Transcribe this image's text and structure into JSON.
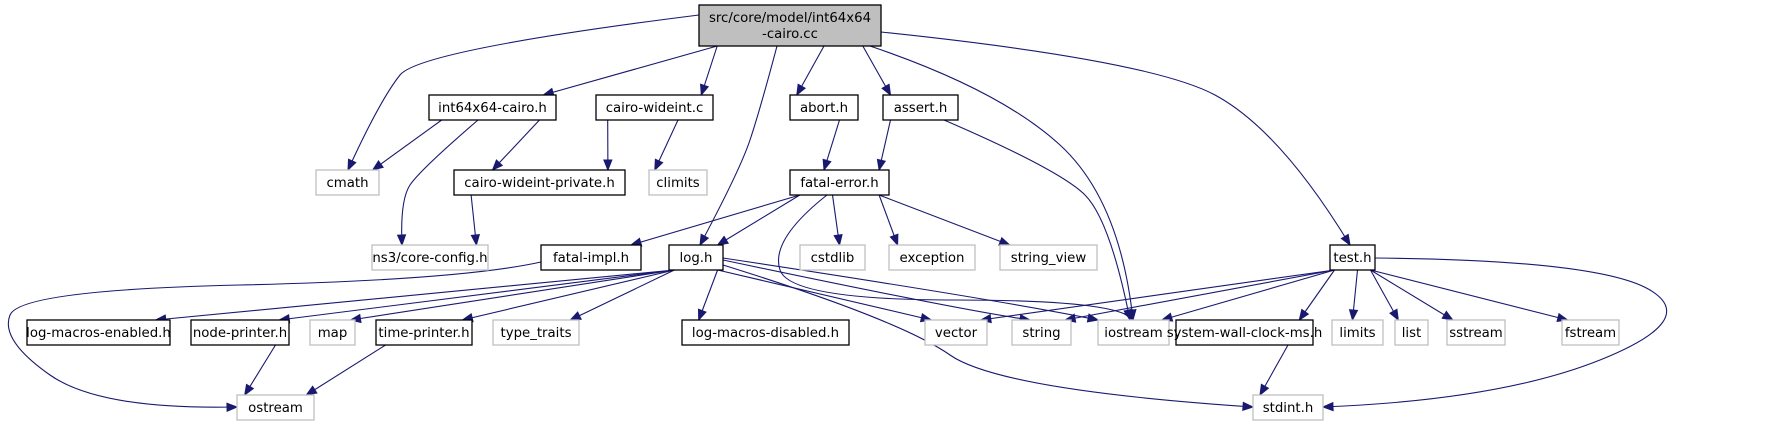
{
  "diagram": {
    "title": "Include dependency graph for int64x64-cairo.cc",
    "edge_color": "#191970",
    "root_fill": "#bfbfbf",
    "nodes": [
      {
        "id": "root",
        "label": [
          "src/core/model/int64x64",
          "-cairo.cc"
        ],
        "kind": "root"
      },
      {
        "id": "int64x64-cairo.h",
        "label": [
          "int64x64-cairo.h"
        ],
        "kind": "doc"
      },
      {
        "id": "cairo-wideint.c",
        "label": [
          "cairo-wideint.c"
        ],
        "kind": "doc"
      },
      {
        "id": "abort.h",
        "label": [
          "abort.h"
        ],
        "kind": "doc"
      },
      {
        "id": "assert.h",
        "label": [
          "assert.h"
        ],
        "kind": "doc"
      },
      {
        "id": "cmath",
        "label": [
          "cmath"
        ],
        "kind": "ext"
      },
      {
        "id": "cairo-wideint-private.h",
        "label": [
          "cairo-wideint-private.h"
        ],
        "kind": "doc"
      },
      {
        "id": "climits",
        "label": [
          "climits"
        ],
        "kind": "ext"
      },
      {
        "id": "fatal-error.h",
        "label": [
          "fatal-error.h"
        ],
        "kind": "doc"
      },
      {
        "id": "ns3/core-config.h",
        "label": [
          "ns3/core-config.h"
        ],
        "kind": "ext"
      },
      {
        "id": "fatal-impl.h",
        "label": [
          "fatal-impl.h"
        ],
        "kind": "doc"
      },
      {
        "id": "log.h",
        "label": [
          "log.h"
        ],
        "kind": "doc"
      },
      {
        "id": "cstdlib",
        "label": [
          "cstdlib"
        ],
        "kind": "ext"
      },
      {
        "id": "exception",
        "label": [
          "exception"
        ],
        "kind": "ext"
      },
      {
        "id": "string_view",
        "label": [
          "string_view"
        ],
        "kind": "ext"
      },
      {
        "id": "test.h",
        "label": [
          "test.h"
        ],
        "kind": "doc"
      },
      {
        "id": "log-macros-enabled.h",
        "label": [
          "log-macros-enabled.h"
        ],
        "kind": "doc"
      },
      {
        "id": "node-printer.h",
        "label": [
          "node-printer.h"
        ],
        "kind": "doc"
      },
      {
        "id": "map",
        "label": [
          "map"
        ],
        "kind": "ext"
      },
      {
        "id": "time-printer.h",
        "label": [
          "time-printer.h"
        ],
        "kind": "doc"
      },
      {
        "id": "type_traits",
        "label": [
          "type_traits"
        ],
        "kind": "ext"
      },
      {
        "id": "log-macros-disabled.h",
        "label": [
          "log-macros-disabled.h"
        ],
        "kind": "doc"
      },
      {
        "id": "vector",
        "label": [
          "vector"
        ],
        "kind": "ext"
      },
      {
        "id": "string",
        "label": [
          "string"
        ],
        "kind": "ext"
      },
      {
        "id": "iostream",
        "label": [
          "iostream"
        ],
        "kind": "ext"
      },
      {
        "id": "system-wall-clock-ms.h",
        "label": [
          "system-wall-clock-ms.h"
        ],
        "kind": "doc"
      },
      {
        "id": "limits",
        "label": [
          "limits"
        ],
        "kind": "ext"
      },
      {
        "id": "list",
        "label": [
          "list"
        ],
        "kind": "ext"
      },
      {
        "id": "sstream",
        "label": [
          "sstream"
        ],
        "kind": "ext"
      },
      {
        "id": "fstream",
        "label": [
          "fstream"
        ],
        "kind": "ext"
      },
      {
        "id": "ostream",
        "label": [
          "ostream"
        ],
        "kind": "ext"
      },
      {
        "id": "stdint.h",
        "label": [
          "stdint.h"
        ],
        "kind": "ext"
      }
    ],
    "edges": [
      [
        "root",
        "int64x64-cairo.h"
      ],
      [
        "root",
        "cairo-wideint.c"
      ],
      [
        "root",
        "abort.h"
      ],
      [
        "root",
        "assert.h"
      ],
      [
        "root",
        "cmath"
      ],
      [
        "root",
        "log.h"
      ],
      [
        "root",
        "iostream"
      ],
      [
        "root",
        "test.h"
      ],
      [
        "int64x64-cairo.h",
        "cmath"
      ],
      [
        "int64x64-cairo.h",
        "cairo-wideint-private.h"
      ],
      [
        "int64x64-cairo.h",
        "ns3/core-config.h"
      ],
      [
        "cairo-wideint.c",
        "cairo-wideint-private.h"
      ],
      [
        "cairo-wideint.c",
        "climits"
      ],
      [
        "cairo-wideint-private.h",
        "ns3/core-config.h"
      ],
      [
        "abort.h",
        "fatal-error.h"
      ],
      [
        "assert.h",
        "fatal-error.h"
      ],
      [
        "assert.h",
        "iostream"
      ],
      [
        "fatal-error.h",
        "fatal-impl.h"
      ],
      [
        "fatal-error.h",
        "log.h"
      ],
      [
        "fatal-error.h",
        "cstdlib"
      ],
      [
        "fatal-error.h",
        "exception"
      ],
      [
        "fatal-error.h",
        "string_view"
      ],
      [
        "fatal-error.h",
        "iostream"
      ],
      [
        "fatal-impl.h",
        "ostream"
      ],
      [
        "log.h",
        "log-macros-enabled.h"
      ],
      [
        "log.h",
        "node-printer.h"
      ],
      [
        "log.h",
        "map"
      ],
      [
        "log.h",
        "time-printer.h"
      ],
      [
        "log.h",
        "type_traits"
      ],
      [
        "log.h",
        "log-macros-disabled.h"
      ],
      [
        "log.h",
        "vector"
      ],
      [
        "log.h",
        "string"
      ],
      [
        "log.h",
        "iostream"
      ],
      [
        "log.h",
        "stdint.h"
      ],
      [
        "node-printer.h",
        "ostream"
      ],
      [
        "time-printer.h",
        "ostream"
      ],
      [
        "test.h",
        "vector"
      ],
      [
        "test.h",
        "string"
      ],
      [
        "test.h",
        "iostream"
      ],
      [
        "test.h",
        "system-wall-clock-ms.h"
      ],
      [
        "test.h",
        "limits"
      ],
      [
        "test.h",
        "list"
      ],
      [
        "test.h",
        "sstream"
      ],
      [
        "test.h",
        "fstream"
      ],
      [
        "test.h",
        "stdint.h"
      ],
      [
        "system-wall-clock-ms.h",
        "stdint.h"
      ]
    ]
  }
}
